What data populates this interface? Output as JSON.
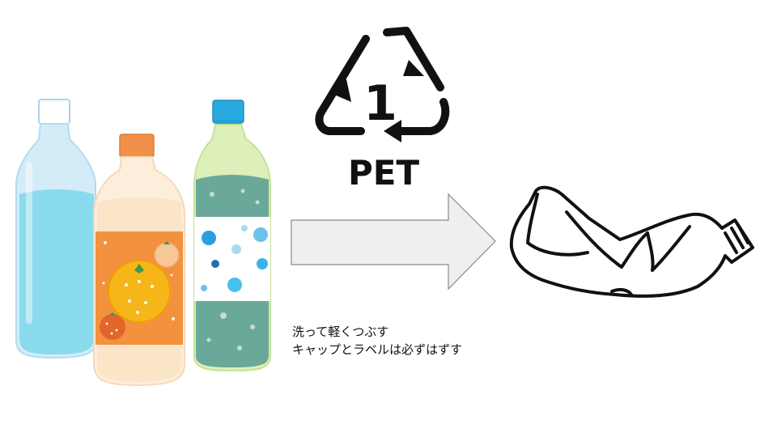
{
  "recycle_symbol": {
    "number": "1",
    "label": "PET"
  },
  "instructions": [
    "洗って軽くつぶす",
    "キャップとラベルは必ずはずす"
  ],
  "colors": {
    "water_bottle": "#cfe9f7",
    "water": "#7fd6ea",
    "orange_bottle": "#fdecd6",
    "orange_cap": "#f19149",
    "orange_label": "#f3913f",
    "soda_bottle": "#dcefb9",
    "soda_cap": "#28a9e0",
    "soda_label": "#6aa99a",
    "arrow_fill": "#efefef",
    "arrow_stroke": "#888888",
    "symbol": "#111111"
  }
}
